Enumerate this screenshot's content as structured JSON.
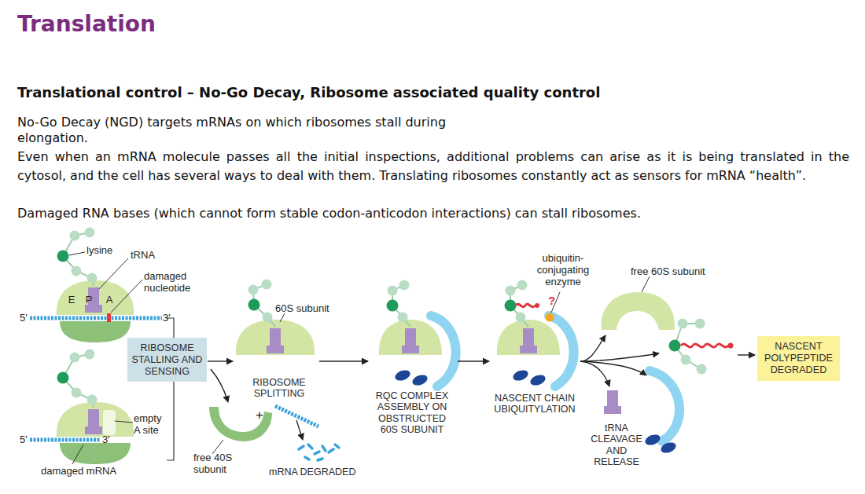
{
  "diagram": {
    "title": "Translation",
    "nodes": [
      {
        "text": [
          "RIBOSOME STALLING AND SENSING"
        ]
      },
      {
        "text": [
          "NASCENT POLYPEPTIDE DEGRADED"
        ]
      }
    ],
    "labels": [
      "Translational control – No-Go Decay, Ribosome associated quality control",
      "No-Go Decay (NGD) targets mRNAs on which ribosomes stall during elongation.",
      "Even when an mRNA molecule passes all the initial inspections, additional problems can arise as it is being translated in the cytosol, and the cell has several ways to deal with them. Translating ribosomes constantly act as sensors for mRNA “health”.",
      "Damaged RNA bases (which cannot form stable codon-anticodon interactions) can stall ribosomes.",
      "lysine",
      "tRNA",
      "damaged nucleotide",
      "E",
      "P",
      "A",
      "5′",
      "3′",
      "empty A site",
      "5′",
      "3′",
      "damaged mRNA",
      "60S subunit",
      "RIBOSOME SPLITTING",
      "free 40S subunit",
      "+",
      "mRNA DEGRADED",
      "RQC COMPLEX ASSEMBLY ON OBSTRUCTED 60S SUBUNIT",
      "ubiquitin- conjugating enzyme",
      "?",
      "NASCENT CHAIN UBIQUITYLATION",
      "free 60S subunit",
      "tRNA CLEAVAGE AND RELEASE"
    ]
  }
}
